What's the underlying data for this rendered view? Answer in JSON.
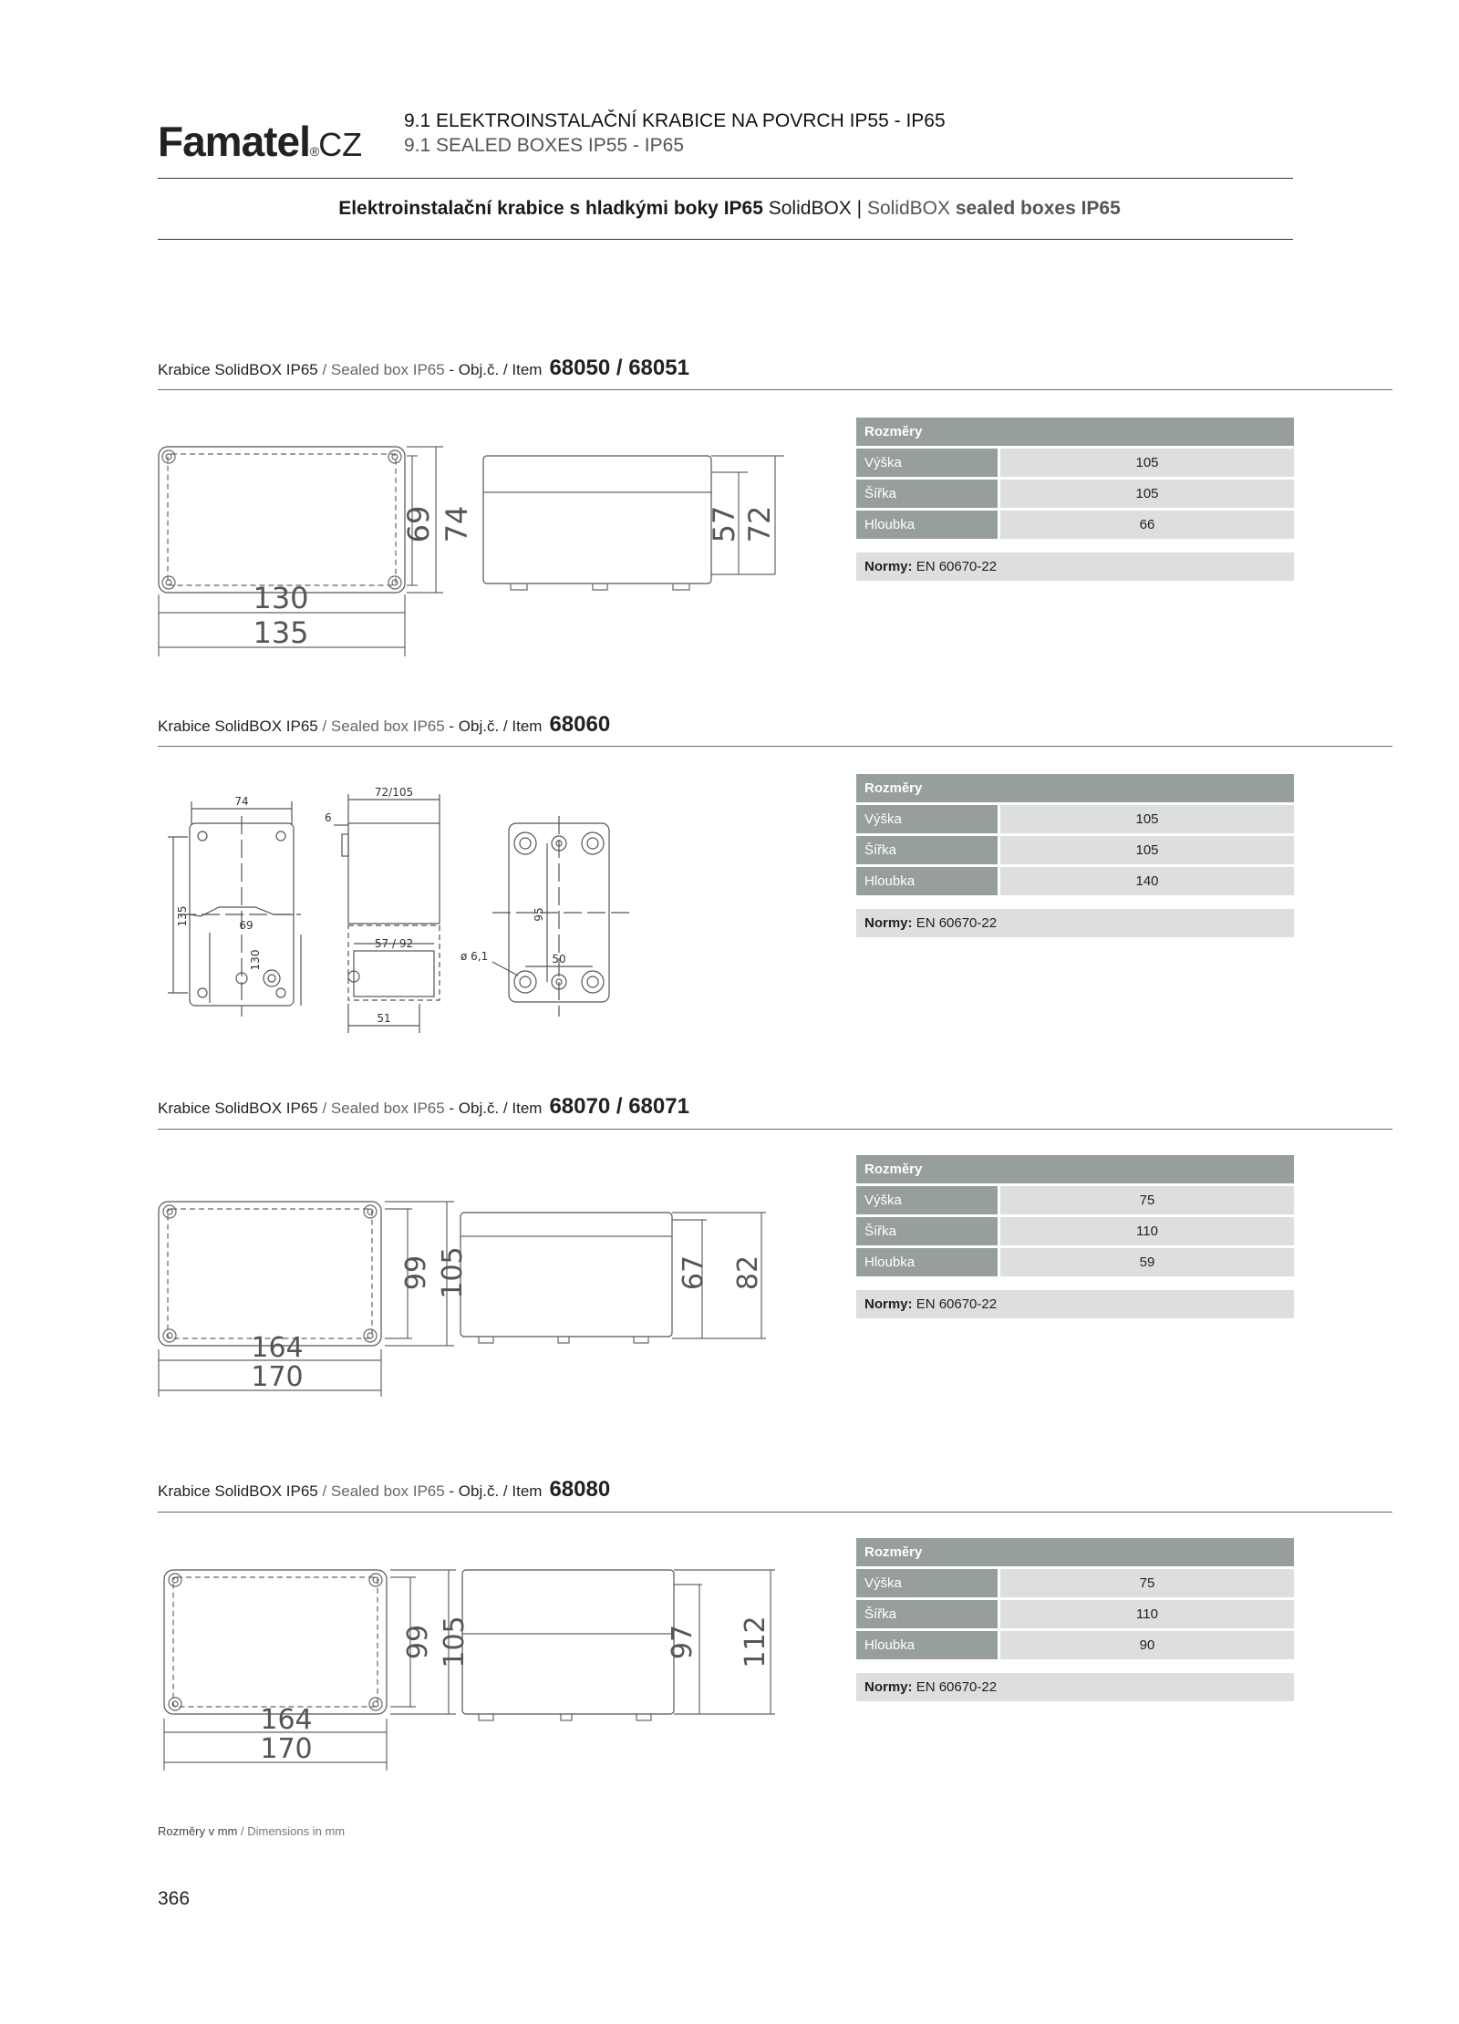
{
  "header": {
    "brand": "Famatel",
    "brand_reg": "®",
    "brand_tld": "CZ",
    "line1": "9.1  ELEKTROINSTALAČNÍ KRABICE NA POVRCH IP55 - IP65",
    "line2": "9.1  SEALED BOXES IP55 - IP65"
  },
  "subtitle": {
    "part1": "Elektroinstalační krabice s hladkými boky IP65",
    "part2": "SolidBOX",
    "sep": "|",
    "part3": "SolidBOX",
    "part4": "sealed boxes IP65"
  },
  "sections": [
    {
      "title_cz": "Krabice SolidBOX IP65",
      "title_en": " / Sealed box IP65",
      "title_obj": " - Obj.č. / Item",
      "item": "68050 / 68051",
      "spec_header": "Rozměry",
      "rows": [
        {
          "label": "Výška",
          "value": "105"
        },
        {
          "label": "Šířka",
          "value": "105"
        },
        {
          "label": "Hloubka",
          "value": "66"
        }
      ],
      "norm_label": "Normy:",
      "norm_value": "EN 60670-22",
      "dims": {
        "inner_w": "130",
        "outer_w": "135",
        "inner_h": "69",
        "outer_h": "74",
        "side_inner": "57",
        "side_outer": "72"
      }
    },
    {
      "title_cz": "Krabice SolidBOX IP65",
      "title_en": " / Sealed box IP65",
      "title_obj": " - Obj.č. / Item",
      "item": "68060",
      "spec_header": "Rozměry",
      "rows": [
        {
          "label": "Výška",
          "value": "105"
        },
        {
          "label": "Šířka",
          "value": "105"
        },
        {
          "label": "Hloubka",
          "value": "140"
        }
      ],
      "norm_label": "Normy:",
      "norm_value": "EN 60670-22",
      "dims": {
        "w74": "74",
        "h135": "135",
        "d69": "69",
        "d130": "130",
        "d6": "6",
        "d72_105": "72/105",
        "d57_92": "57 / 92",
        "d51": "51",
        "d95": "95",
        "d50": "50",
        "phi": "ø 6,1"
      }
    },
    {
      "title_cz": "Krabice SolidBOX IP65",
      "title_en": " / Sealed box IP65",
      "title_obj": " - Obj.č. / Item",
      "item": "68070 / 68071",
      "spec_header": "Rozměry",
      "rows": [
        {
          "label": "Výška",
          "value": "75"
        },
        {
          "label": "Šířka",
          "value": "110"
        },
        {
          "label": "Hloubka",
          "value": "59"
        }
      ],
      "norm_label": "Normy:",
      "norm_value": "EN 60670-22",
      "dims": {
        "inner_w": "164",
        "outer_w": "170",
        "inner_h": "99",
        "outer_h": "105",
        "side_inner": "67",
        "side_outer": "82"
      }
    },
    {
      "title_cz": "Krabice SolidBOX IP65",
      "title_en": " / Sealed box IP65",
      "title_obj": " - Obj.č. / Item",
      "item": "68080",
      "spec_header": "Rozměry",
      "rows": [
        {
          "label": "Výška",
          "value": "75"
        },
        {
          "label": "Šířka",
          "value": "110"
        },
        {
          "label": "Hloubka",
          "value": "90"
        }
      ],
      "norm_label": "Normy:",
      "norm_value": "EN 60670-22",
      "dims": {
        "inner_w": "164",
        "outer_w": "170",
        "inner_h": "99",
        "outer_h": "105",
        "side_inner": "97",
        "side_outer": "112"
      }
    }
  ],
  "footer": {
    "dims_cz": "Rozměry v mm",
    "dims_en": " / Dimensions in mm",
    "page_number": "366"
  }
}
